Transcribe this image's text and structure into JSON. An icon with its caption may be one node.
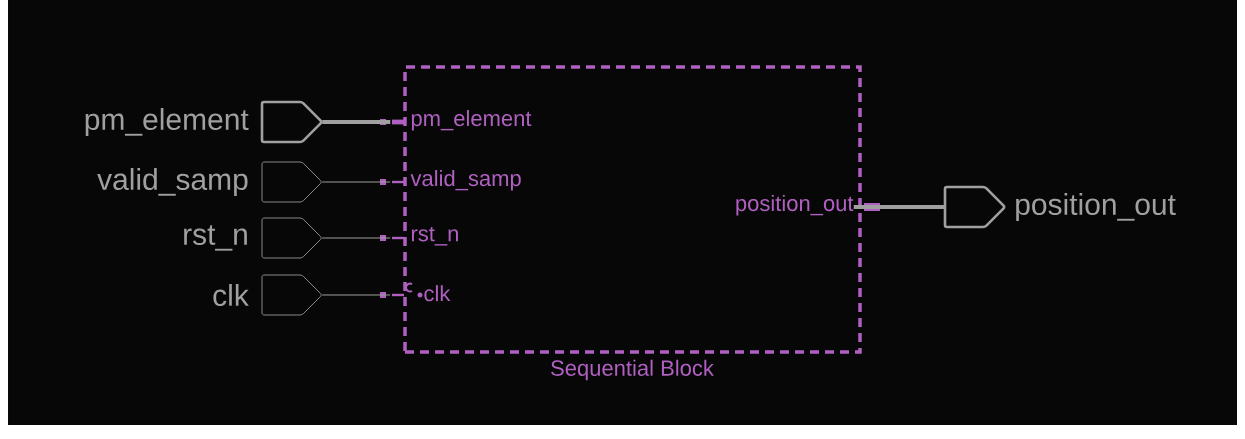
{
  "diagram": {
    "nodes": [
      {
        "text": [
          "Sequential Block"
        ]
      },
      {
        "text": [
          "pm_element"
        ]
      },
      {
        "text": [
          "valid_samp"
        ]
      },
      {
        "text": [
          "rst_n"
        ]
      },
      {
        "text": [
          "clk"
        ]
      },
      {
        "text": [
          "position_out"
        ]
      },
      {
        "text": [
          "pm_element"
        ],
        "in": 0
      },
      {
        "text": [
          "valid_samp"
        ],
        "in": 0
      },
      {
        "text": [
          "rst_n"
        ],
        "in": 0
      },
      {
        "text": [
          "clk"
        ],
        "in": 0
      },
      {
        "text": [
          "position_out"
        ],
        "in": 0
      }
    ],
    "edges": [
      {
        "from": 1,
        "to": 6,
        "arrow": "none",
        "style": "thick"
      },
      {
        "from": 2,
        "to": 7,
        "arrow": "none"
      },
      {
        "from": 3,
        "to": 8,
        "arrow": "none"
      },
      {
        "from": 4,
        "to": 9,
        "arrow": "none"
      },
      {
        "from": 10,
        "to": 5,
        "arrow": "none",
        "style": "thick"
      }
    ]
  }
}
